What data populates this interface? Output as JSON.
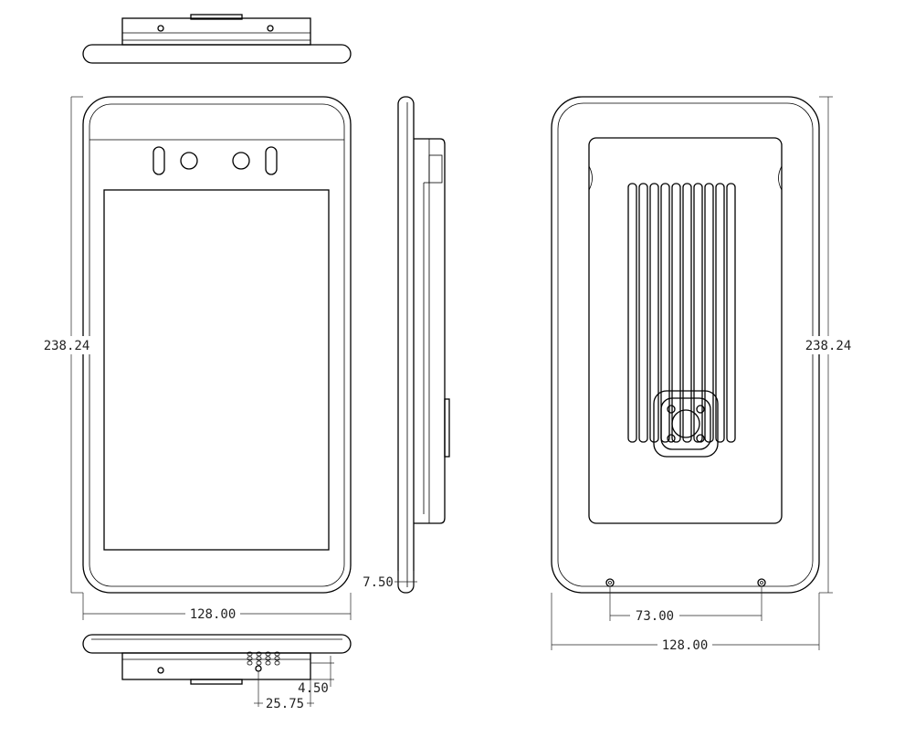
{
  "dimensions": {
    "front_height": "238.24",
    "front_width": "128.00",
    "side_thickness": "7.50",
    "bottom_depth": "4.50",
    "bottom_offset": "25.75",
    "back_height": "238.24",
    "back_hole_spacing": "73.00",
    "back_width": "128.00"
  },
  "colors": {
    "line": "#000000",
    "background": "#ffffff"
  }
}
